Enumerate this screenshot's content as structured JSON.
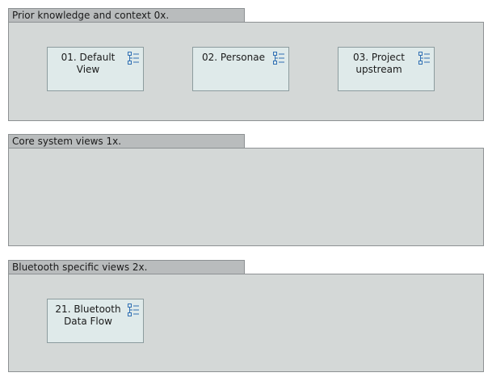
{
  "groups": [
    {
      "title": "Prior knowledge and context 0x.",
      "views": [
        {
          "label": "01. Default View",
          "icon": "view-list-icon"
        },
        {
          "label": "02. Personae",
          "icon": "view-list-icon"
        },
        {
          "label": "03. Project upstream",
          "icon": "view-list-icon"
        }
      ]
    },
    {
      "title": "Core system views 1x.",
      "views": []
    },
    {
      "title": "Bluetooth specific views 2x.",
      "views": [
        {
          "label": "21. Bluetooth Data Flow",
          "icon": "view-list-icon"
        }
      ]
    }
  ],
  "colors": {
    "group_tab": "#b9bcbd",
    "group_body": "#d4d8d7",
    "card_fill": "#dfeaea",
    "icon_stroke": "#2f6fb3"
  }
}
